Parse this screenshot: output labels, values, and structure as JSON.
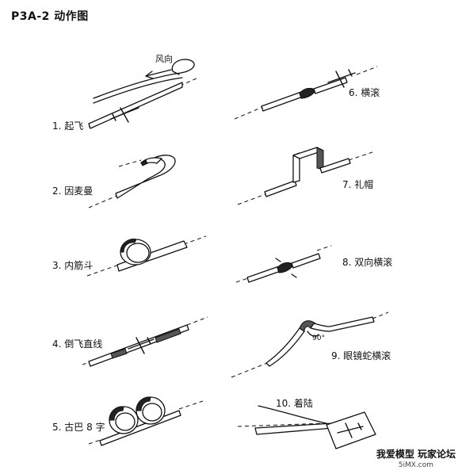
{
  "title": "P3A-2 动作图",
  "wind_label": "风向",
  "maneuvers": [
    {
      "id": 1,
      "label": "1. 起飞"
    },
    {
      "id": 2,
      "label": "2. 因麦曼"
    },
    {
      "id": 3,
      "label": "3. 内筋斗"
    },
    {
      "id": 4,
      "label": "4. 倒飞直线"
    },
    {
      "id": 5,
      "label": "5. 古巴 8 字"
    },
    {
      "id": 6,
      "label": "6. 横滚"
    },
    {
      "id": 7,
      "label": "7. 礼帽"
    },
    {
      "id": 8,
      "label": "8. 双向横滚"
    },
    {
      "id": 9,
      "label": "9. 眼镜蛇横滚"
    },
    {
      "id": 10,
      "label": "10. 着陆"
    }
  ],
  "angle_label": "90°",
  "watermark": {
    "line1": "我爱模型 玩家论坛",
    "line2": "5iMX.com"
  }
}
